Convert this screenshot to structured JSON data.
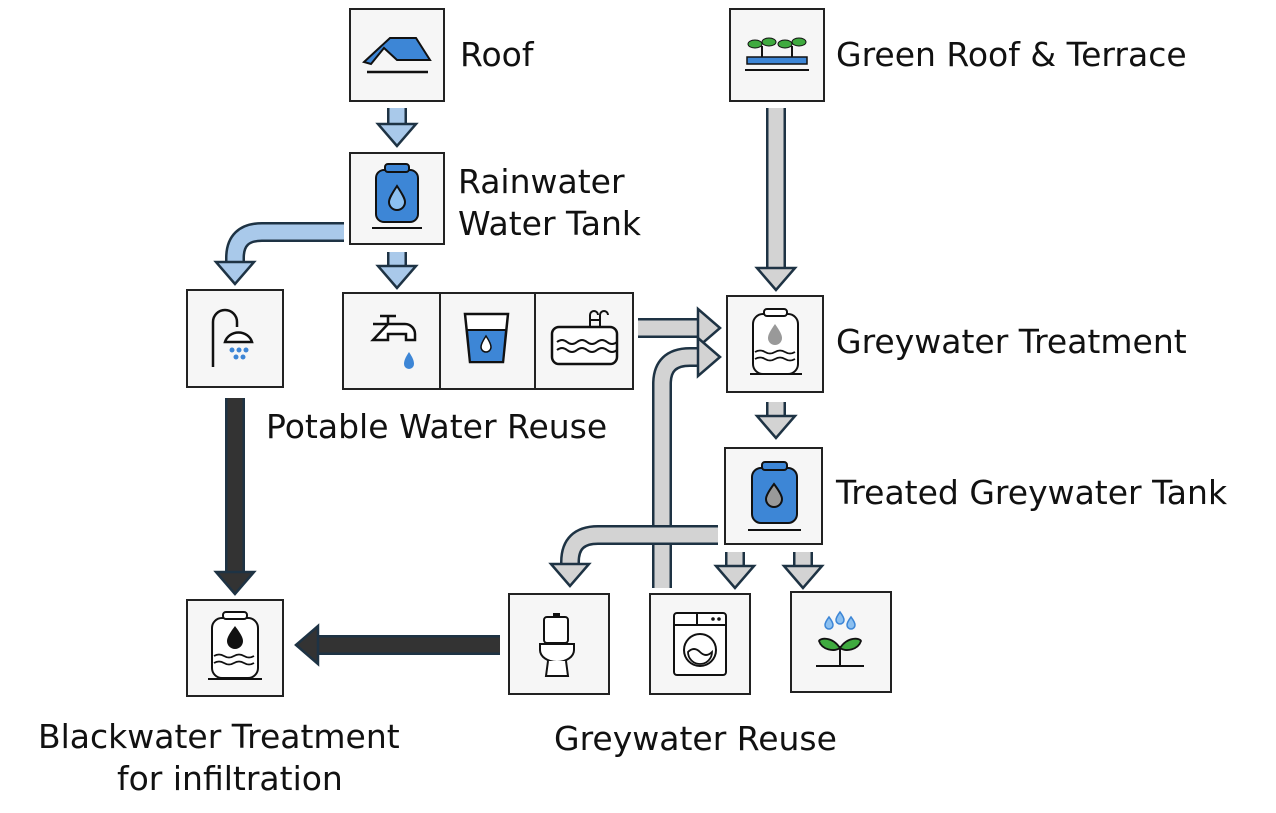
{
  "labels": {
    "roof": "Roof",
    "green_roof": "Green Roof & Terrace",
    "rainwater_line1": "Rainwater",
    "rainwater_line2": "Water Tank",
    "potable": "Potable Water Reuse",
    "greywater_treatment": "Greywater Treatment",
    "treated_tank": "Treated Greywater Tank",
    "blackwater_line1": "Blackwater Treatment",
    "blackwater_line2": "for infiltration",
    "greywater_reuse": "Greywater Reuse"
  },
  "colors": {
    "rainwater_flow": "#a9c9ea",
    "greywater_flow": "#d3d3d3",
    "blackwater_flow": "#333333",
    "outline": "#1e3344",
    "icon_blue": "#3d86d6",
    "plant_green": "#3faa3f"
  },
  "icons": [
    "roof-icon",
    "sprout-icon",
    "water-tank-icon",
    "shower-icon",
    "faucet-icon",
    "water-glass-icon",
    "pool-icon",
    "greywater-tank-icon",
    "treated-tank-icon",
    "blackwater-tank-icon",
    "toilet-icon",
    "washing-machine-icon",
    "plant-icon"
  ]
}
